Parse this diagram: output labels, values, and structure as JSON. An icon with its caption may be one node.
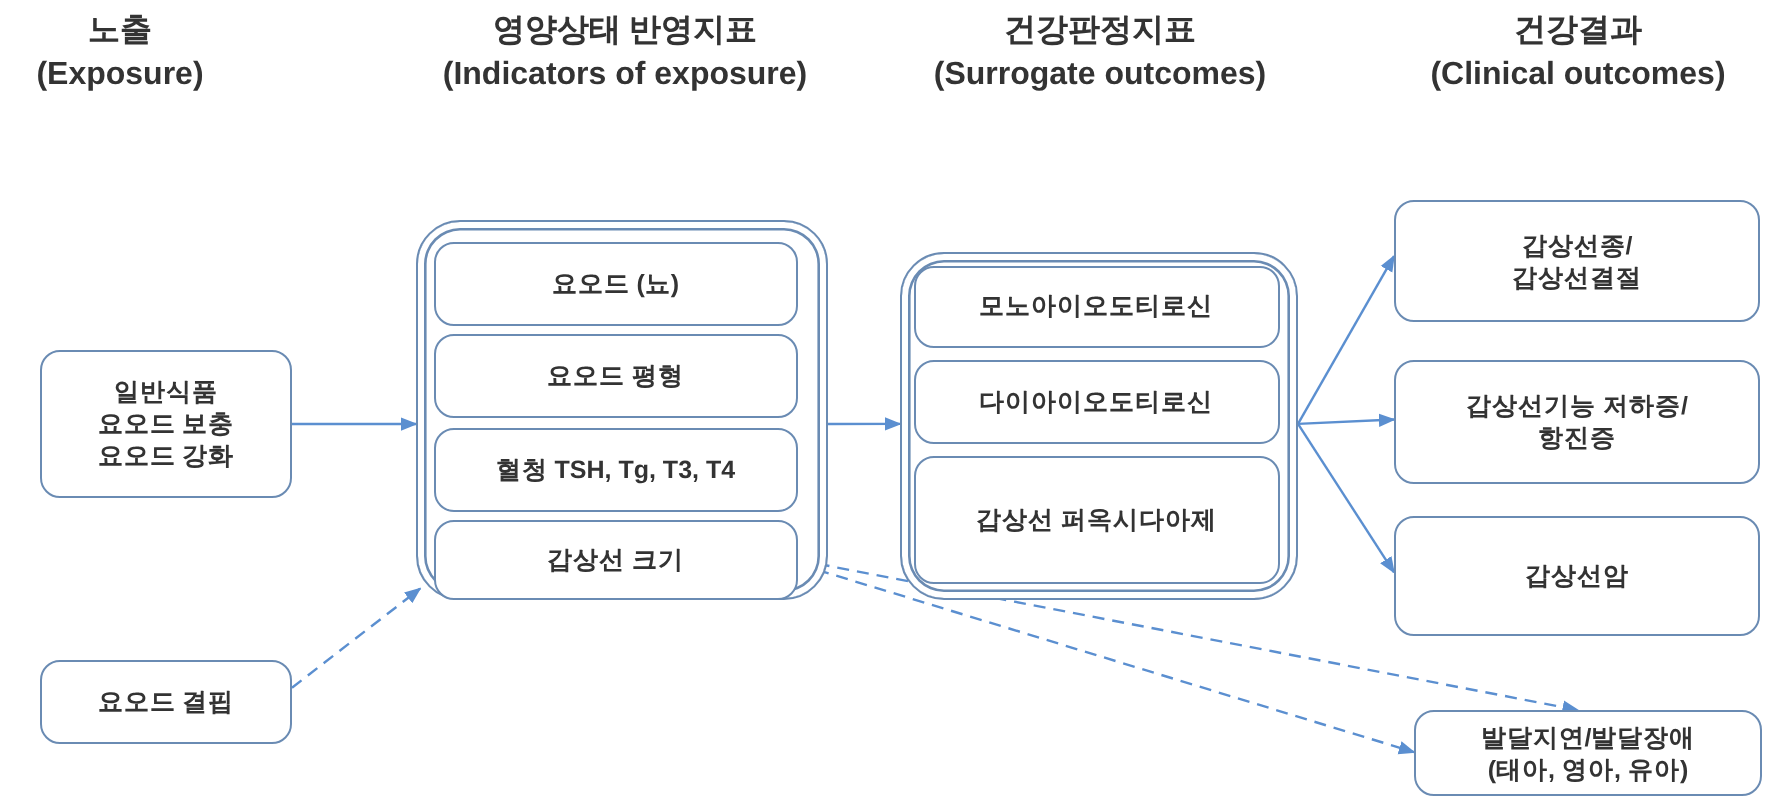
{
  "diagram": {
    "nodes": [
      {
        "text": [
          "일반식품",
          "요오드 보충",
          "요오드 강화"
        ]
      },
      {
        "text": [
          "요오드 결핍"
        ]
      },
      {
        "text": [],
        "shape": "box"
      },
      {
        "text": [
          "요오드 (뇨)"
        ],
        "in": 2
      },
      {
        "text": [
          "요오드 평형"
        ],
        "in": 2
      },
      {
        "text": [
          "혈청 TSH, Tg, T3, T4"
        ],
        "in": 2
      },
      {
        "text": [
          "갑상선 크기"
        ],
        "in": 2
      },
      {
        "text": [],
        "shape": "box"
      },
      {
        "text": [
          "모노아이오도티로신"
        ],
        "in": 7
      },
      {
        "text": [
          "다이아이오도티로신"
        ],
        "in": 7
      },
      {
        "text": [
          "갑상선 퍼옥시다아제"
        ],
        "in": 7
      },
      {
        "text": [
          "갑상선종/ 갑상선결절"
        ]
      },
      {
        "text": [
          "갑상선기능 저하증/ 항진증"
        ]
      },
      {
        "text": [
          "갑상선암"
        ]
      },
      {
        "text": [
          "발달지연/발달장애 (태아, 영아, 유아)"
        ]
      }
    ],
    "edges": [
      {
        "from": 0,
        "to": 2,
        "arrow": "to"
      },
      {
        "from": 1,
        "to": 2,
        "arrow": "to",
        "style": "dashed"
      },
      {
        "from": 2,
        "to": 7,
        "arrow": "to"
      },
      {
        "from": 7,
        "to": 11,
        "arrow": "to"
      },
      {
        "from": 7,
        "to": 12,
        "arrow": "to"
      },
      {
        "from": 7,
        "to": 13,
        "arrow": "to"
      },
      {
        "from": 6,
        "to": 14,
        "arrow": "to",
        "style": "dashed"
      },
      {
        "from": 6,
        "to": 14,
        "arrow": "to",
        "style": "dashed"
      }
    ],
    "labels": [
      "노출",
      "(Exposure)",
      "영양상태 반영지표",
      "(Indicators of exposure)",
      "건강판정지표",
      "(Surrogate outcomes)",
      "건강결과",
      "(Clinical outcomes)"
    ]
  }
}
